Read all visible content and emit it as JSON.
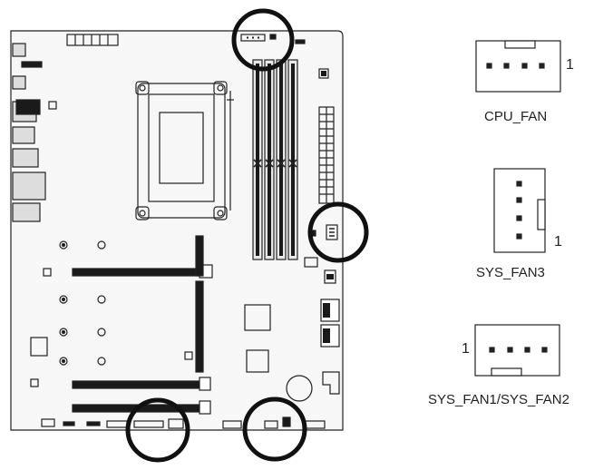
{
  "connectors": {
    "cpu_fan": {
      "label": "CPU_FAN",
      "pin_marker": "1"
    },
    "sys_fan3": {
      "label": "SYS_FAN3",
      "pin_marker": "1"
    },
    "sys_fan12": {
      "label": "SYS_FAN1/SYS_FAN2",
      "pin_marker": "1"
    }
  },
  "colors": {
    "line": "#222222",
    "board_fill": "#f2f2f2",
    "slot_fill": "#1a1a1a"
  }
}
